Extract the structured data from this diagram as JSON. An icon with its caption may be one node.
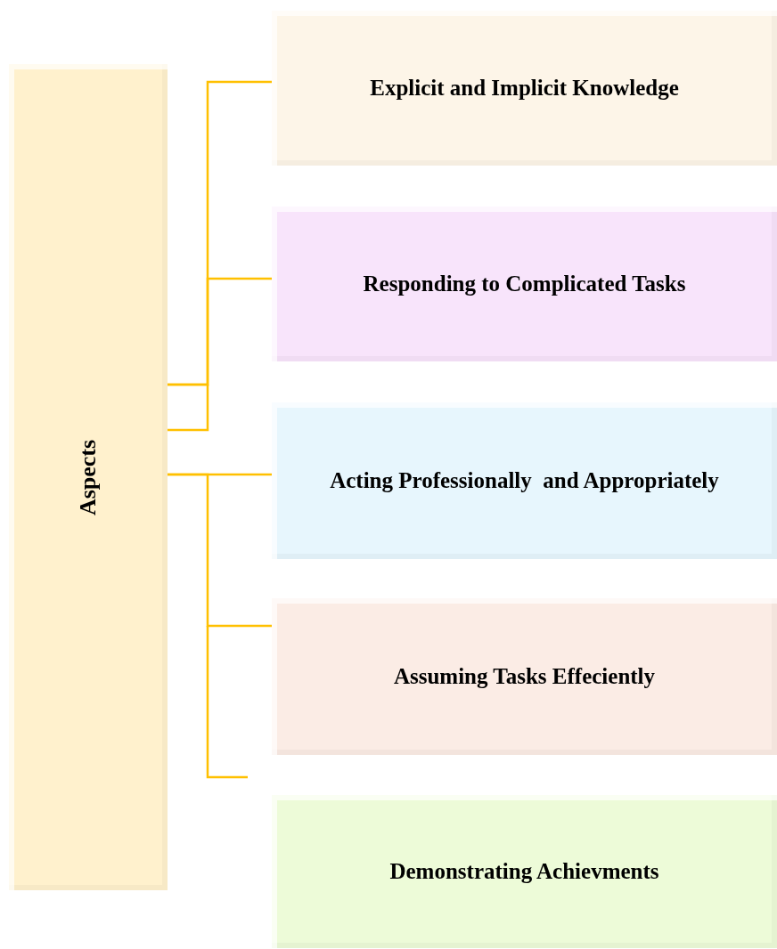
{
  "diagram": {
    "nodes": [
      {
        "text": [
          "Aspects"
        ]
      },
      {
        "text": [
          "Explicit and Implicit Knowledge"
        ]
      },
      {
        "text": [
          "Responding to Complicated Tasks"
        ]
      },
      {
        "text": [
          "Acting Professionally  and Appropriately"
        ]
      },
      {
        "text": [
          "Assuming Tasks Effeciently"
        ]
      },
      {
        "text": [
          "Demonstrating Achievments"
        ]
      }
    ],
    "edges": [
      {
        "from": 0,
        "to": 1,
        "arrow": "none"
      },
      {
        "from": 0,
        "to": 2,
        "arrow": "none"
      },
      {
        "from": 0,
        "to": 3,
        "arrow": "none"
      },
      {
        "from": 0,
        "to": 4,
        "arrow": "none"
      }
    ]
  }
}
